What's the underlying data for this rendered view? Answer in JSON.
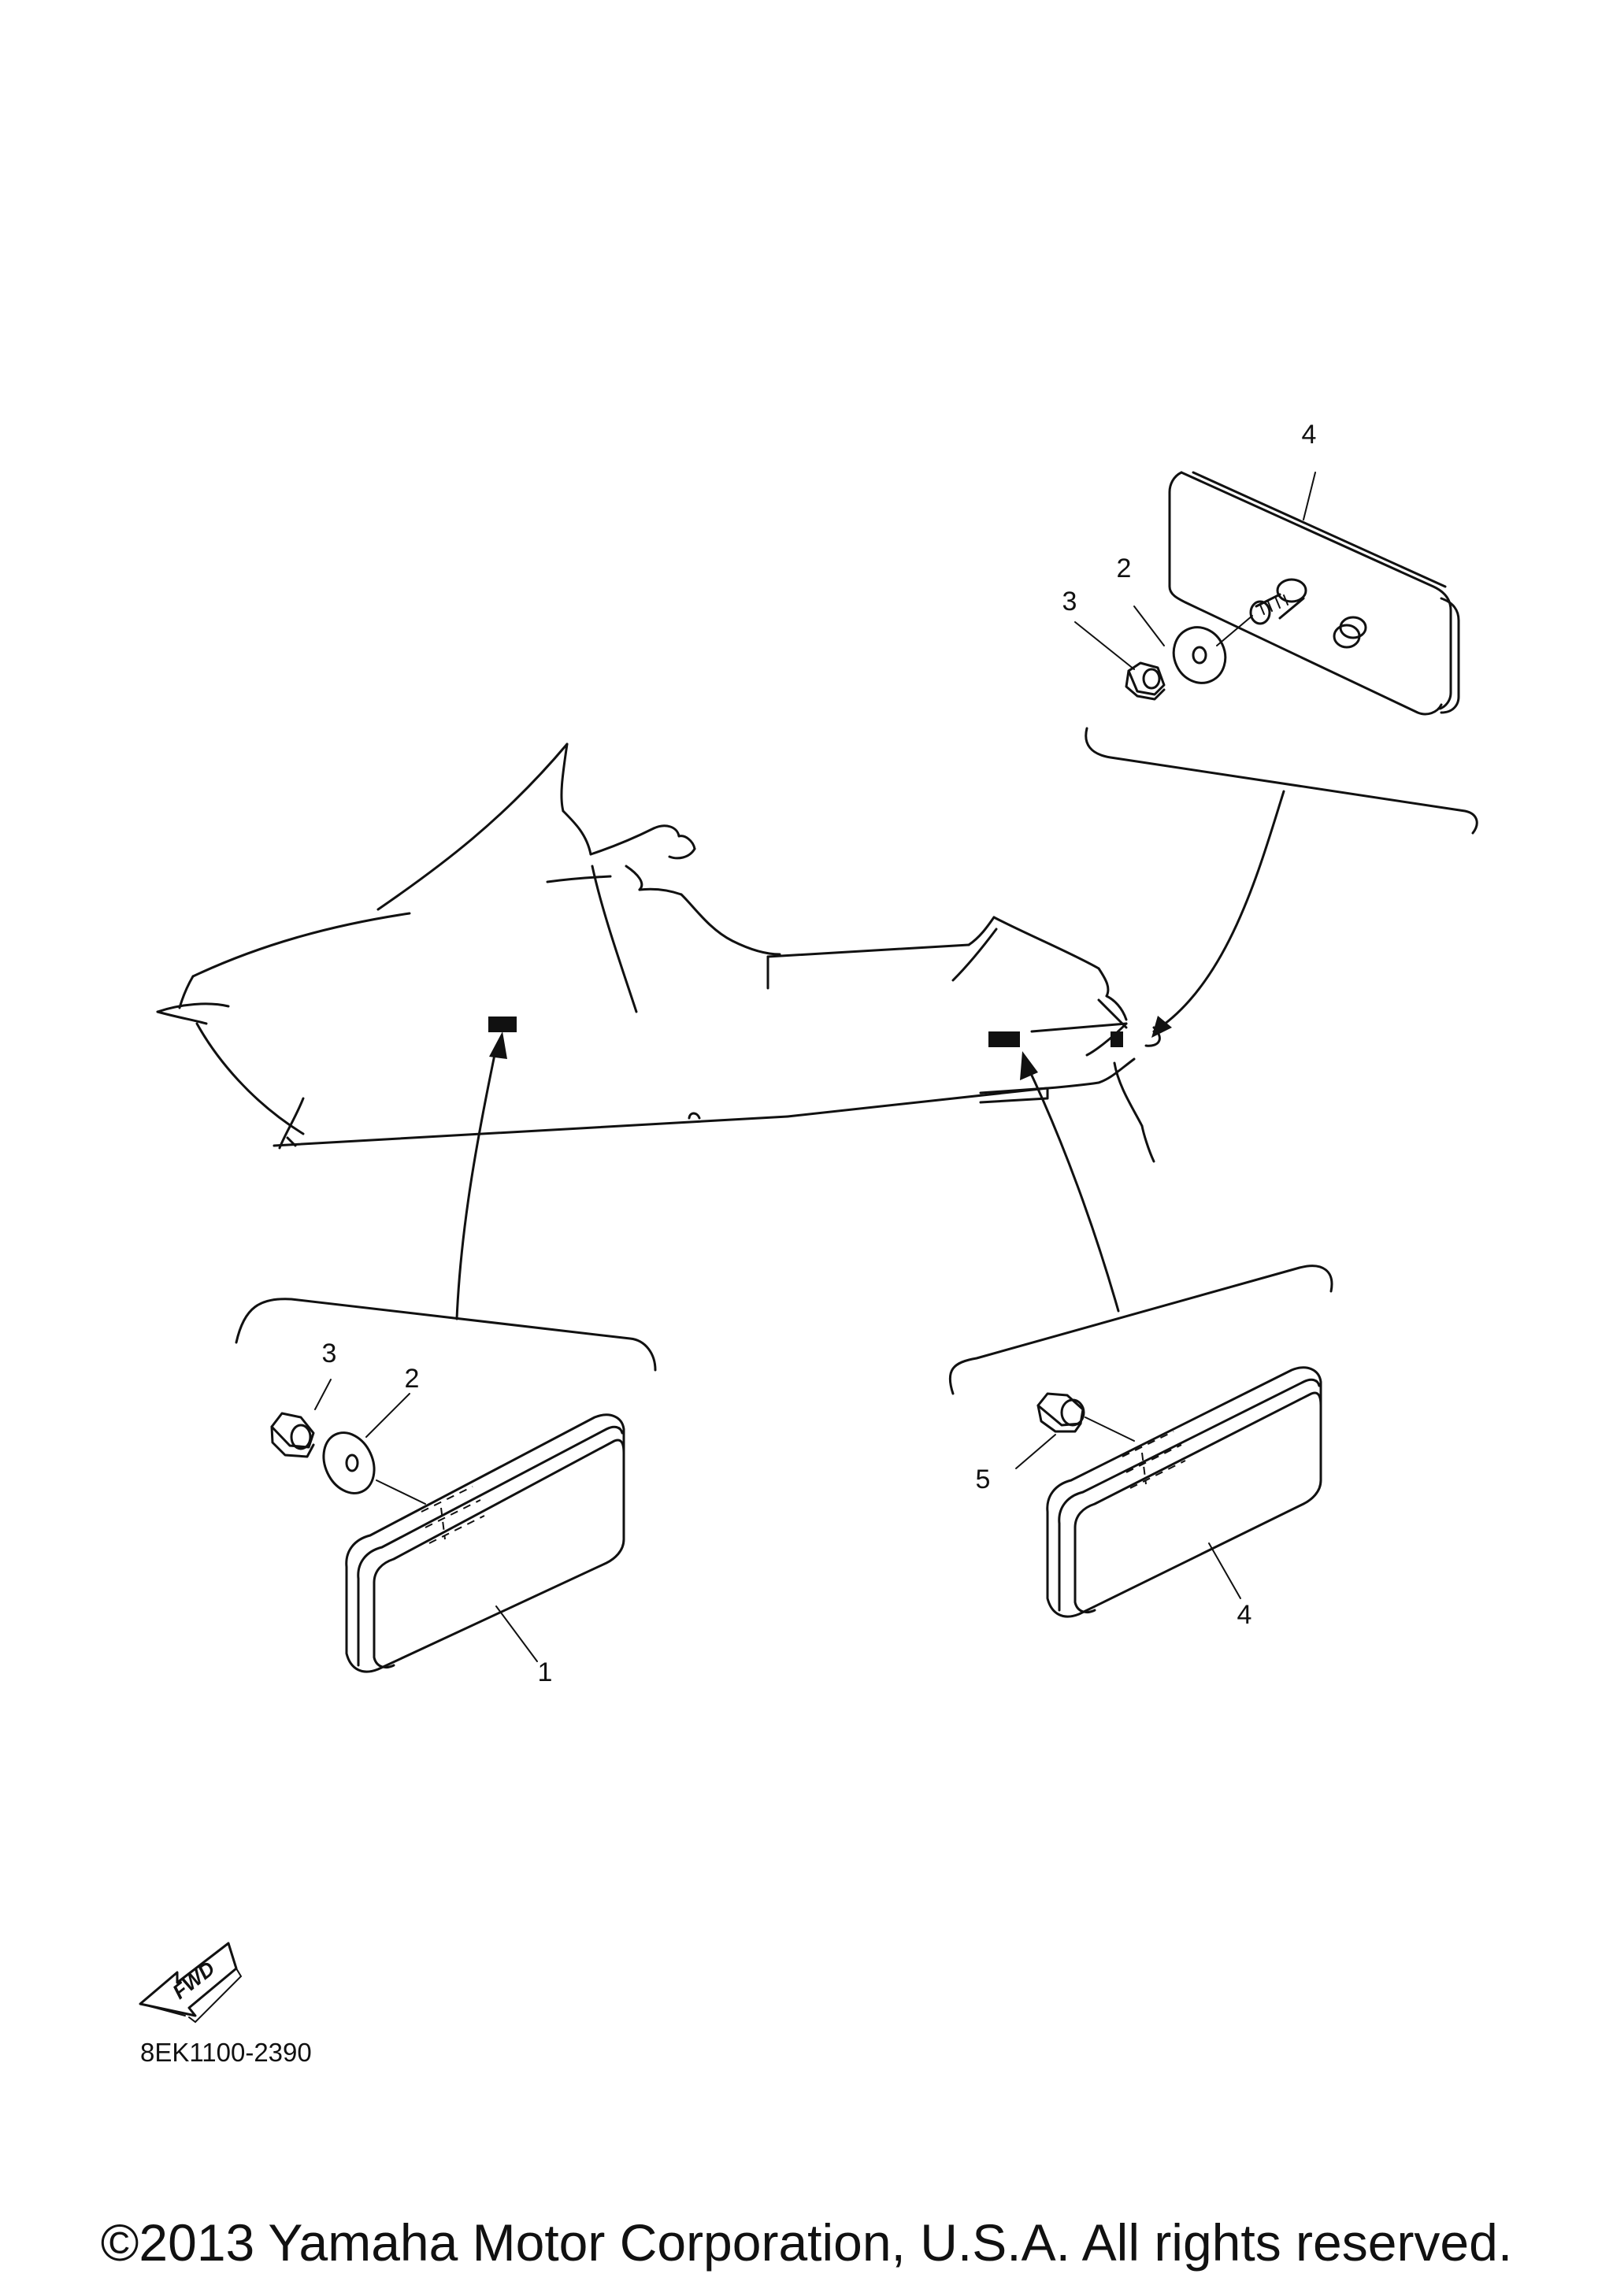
{
  "diagram": {
    "callouts": {
      "top_lens": "4",
      "top_washer": "2",
      "top_nut": "3",
      "left_nut": "3",
      "left_washer": "2",
      "left_lens": "1",
      "right_nut": "5",
      "right_lens": "4"
    },
    "direction_badge": "FWD",
    "figure_code": "8EK1100-2390"
  },
  "footer": {
    "copyright": "©2013 Yamaha Motor Corporation, U.S.A. All rights reserved."
  }
}
